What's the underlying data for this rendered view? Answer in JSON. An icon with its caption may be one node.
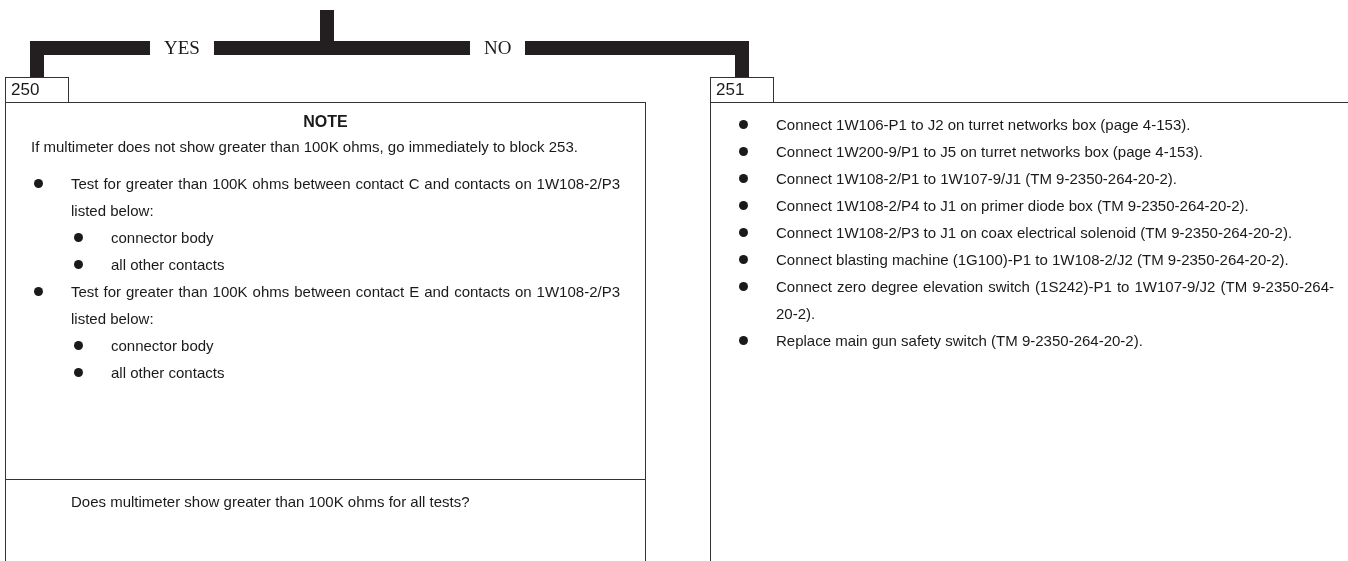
{
  "diagram": {
    "nodes": [
      {
        "text": [
          "250",
          "NOTE",
          "If multimeter does not show greater than 100K ohms, go immediately to block 253.",
          "Test for greater than 100K ohms between contact C and contacts on 1W108-2/P3 listed below:",
          "connector body",
          "all other contacts",
          "Test for greater than 100K ohms between contact E and contacts on 1W108-2/P3 listed below:",
          "connector body",
          "all other contacts",
          "Does multimeter show greater than 100K ohms for all tests?"
        ]
      },
      {
        "text": [
          "251",
          "Connect 1W106-P1 to J2 on turret networks box (page 4-153).",
          "Connect 1W200-9/P1 to J5 on turret networks box (page 4-153).",
          "Connect 1W108-2/P1 to 1W107-9/J1 (TM 9-2350-264-20-2).",
          "Connect 1W108-2/P4 to J1 on primer diode box (TM 9-2350-264-20-2).",
          "Connect 1W108-2/P3 to J1 on coax electrical solenoid (TM 9-2350-264-20-2).",
          "Connect blasting machine (1G100)-P1 to 1W108-2/J2 (TM 9-2350-264-20-2).",
          "Connect zero degree elevation switch (1S242)-P1 to 1W107-9/J2 (TM 9-2350-264-20-2).",
          "Replace main gun safety switch (TM 9-2350-264-20-2)."
        ]
      }
    ],
    "edges": [
      {
        "from": null,
        "to": 0,
        "arrow": "none",
        "label": "YES"
      },
      {
        "from": null,
        "to": 1,
        "arrow": "none",
        "label": "NO"
      }
    ]
  }
}
